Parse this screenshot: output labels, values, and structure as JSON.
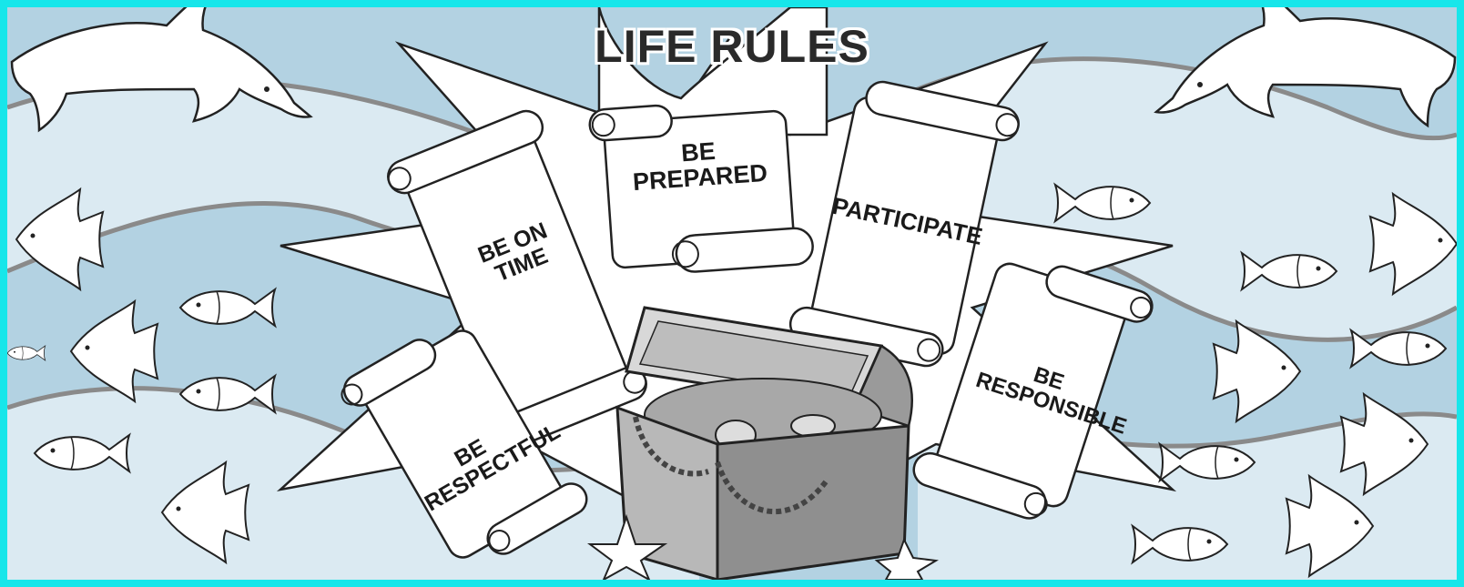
{
  "title": "LIFE RULES",
  "rules": [
    {
      "line1": "BE ON",
      "line2": "TIME"
    },
    {
      "line1": "BE",
      "line2": "PREPARED"
    },
    {
      "line1": "PARTICIPATE",
      "line2": ""
    },
    {
      "line1": "BE",
      "line2": "RESPECTFUL"
    },
    {
      "line1": "BE",
      "line2": "RESPONSIBLE"
    }
  ],
  "colors": {
    "border": "#17e6ea",
    "water_dark": "#b3d2e2",
    "water_light": "#dbeaf2",
    "wave_line": "#8a8a8a",
    "ink": "#1a1a1a"
  },
  "icons": [
    "dolphin-icon",
    "fish-icon",
    "starburst-icon",
    "scroll-icon",
    "treasure-chest-icon",
    "starfish-icon"
  ]
}
